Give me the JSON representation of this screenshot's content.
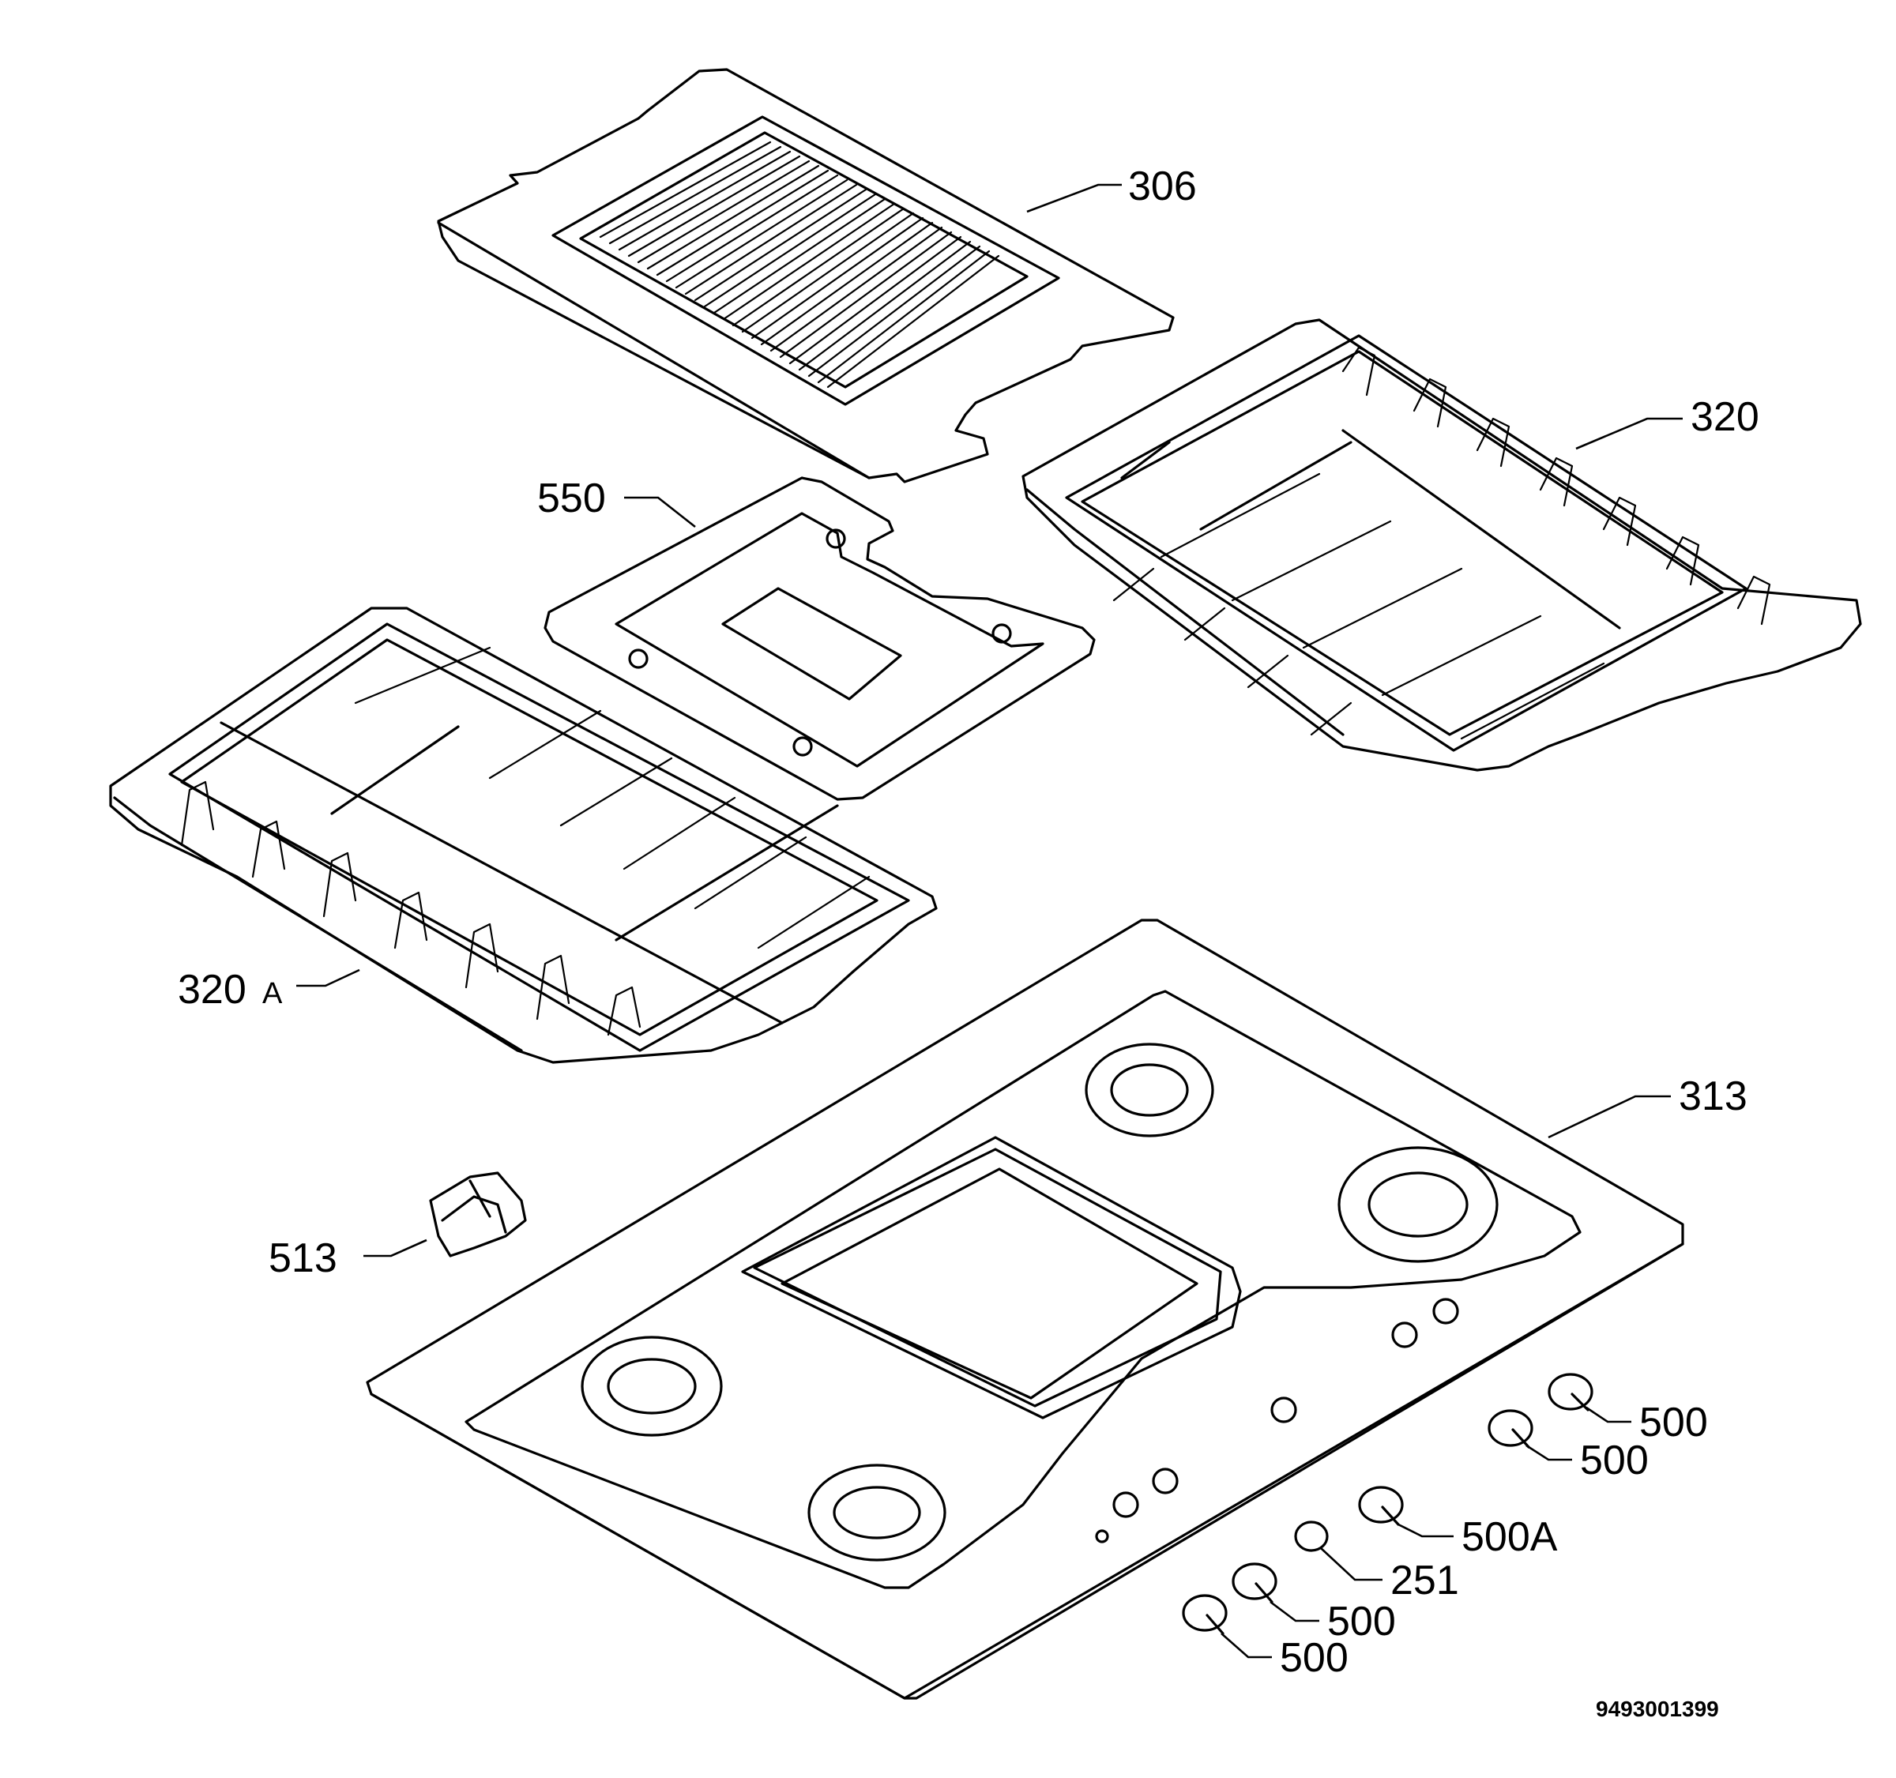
{
  "labels": {
    "grill_plate": "306",
    "right_pan_support": "320",
    "gasket": "550",
    "left_pan_support_num": "320",
    "left_pan_support_suffix": "A",
    "hob_top": "313",
    "clip": "513",
    "knob_1": "500",
    "knob_2": "500",
    "knob_special": "500A",
    "spacer": "251",
    "knob_3": "500",
    "knob_4": "500"
  },
  "drawing_code": "9493001399"
}
